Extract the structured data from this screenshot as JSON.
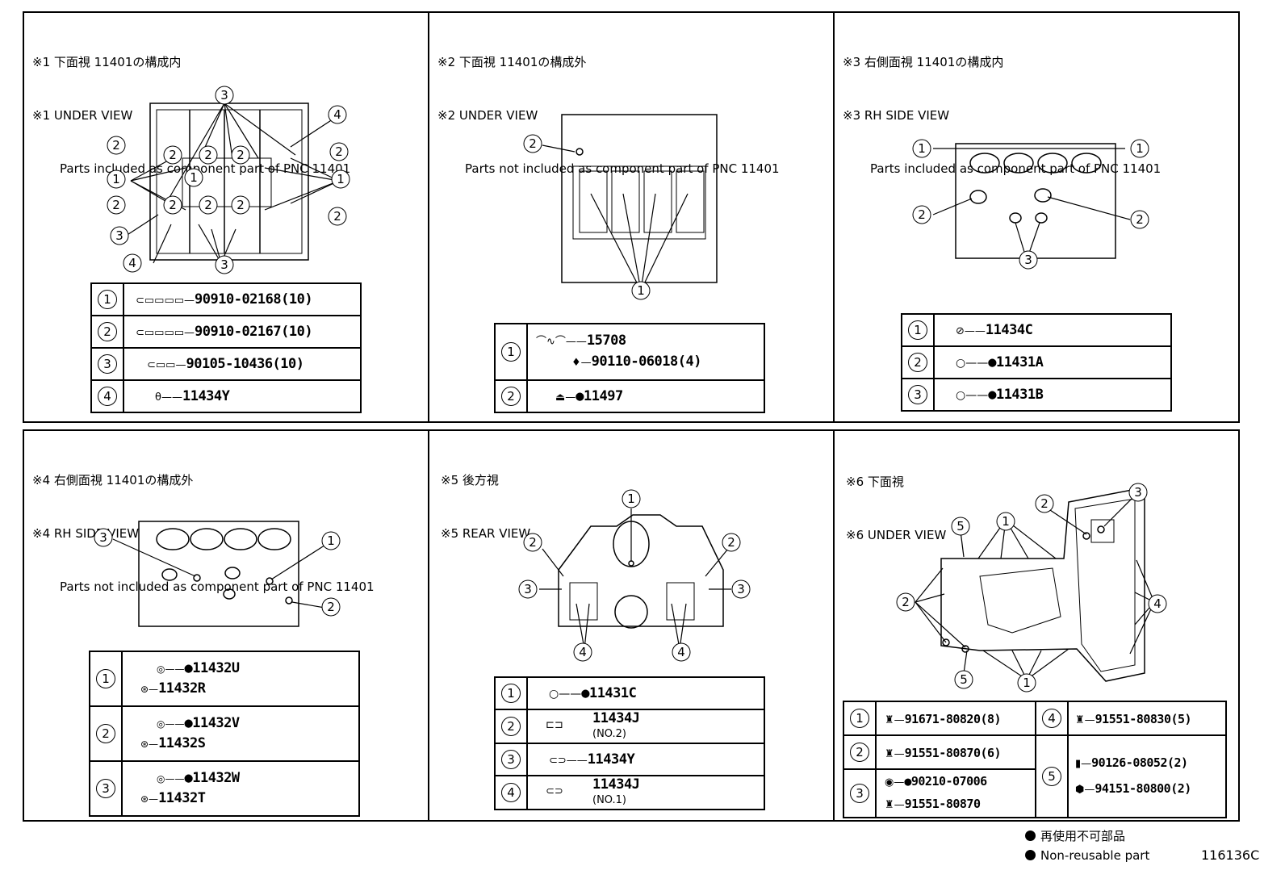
{
  "panels": [
    {
      "title_ja": "※1 下面視 11401の構成内",
      "title_en": "※1 UNDER VIEW",
      "subtitle": "Parts included as component part of PNC 11401",
      "parts": [
        {
          "num": "1",
          "part": "90910-02168(10)"
        },
        {
          "num": "2",
          "part": "90910-02167(10)"
        },
        {
          "num": "3",
          "part": "90105-10436(10)"
        },
        {
          "num": "4",
          "part": "11434Y"
        }
      ]
    },
    {
      "title_ja": "※2 下面視 11401の構成外",
      "title_en": "※2 UNDER VIEW",
      "subtitle": "Parts not included as component part of PNC 11401",
      "parts": [
        {
          "num": "1",
          "part": "15708",
          "part2": "90110-06018(4)"
        },
        {
          "num": "2",
          "part": "●11497"
        }
      ]
    },
    {
      "title_ja": "※3 右側面視 11401の構成内",
      "title_en": "※3 RH SIDE VIEW",
      "subtitle": "Parts included as component part of PNC 11401",
      "parts": [
        {
          "num": "1",
          "part": "11434C"
        },
        {
          "num": "2",
          "part": "●11431A"
        },
        {
          "num": "3",
          "part": "●11431B"
        }
      ]
    },
    {
      "title_ja": "※4 右側面視 11401の構成外",
      "title_en": "※4 RH SIDE VIEW",
      "subtitle": "Parts not included as component part of PNC 11401",
      "parts": [
        {
          "num": "1",
          "part": "●11432U",
          "part2": "11432R"
        },
        {
          "num": "2",
          "part": "●11432V",
          "part2": "11432S"
        },
        {
          "num": "3",
          "part": "●11432W",
          "part2": "11432T"
        }
      ]
    },
    {
      "title_ja": "※5 後方視",
      "title_en": "※5 REAR VIEW",
      "subtitle": "",
      "parts": [
        {
          "num": "1",
          "part": "●11431C"
        },
        {
          "num": "2",
          "part": "11434J",
          "note": "(NO.2)"
        },
        {
          "num": "3",
          "part": "11434Y"
        },
        {
          "num": "4",
          "part": "11434J",
          "note": "(NO.1)"
        }
      ]
    },
    {
      "title_ja": "※6 下面視",
      "title_en": "※6 UNDER VIEW",
      "subtitle": "",
      "parts": [
        {
          "num": "1",
          "part": "91671-80820(8)"
        },
        {
          "num": "2",
          "part": "91551-80870(6)"
        },
        {
          "num": "3",
          "part": "●90210-07006",
          "part2": "91551-80870"
        },
        {
          "num": "4",
          "part": "91551-80830(5)"
        },
        {
          "num": "5",
          "part": "90126-08052(2)",
          "part2": "94151-80800(2)"
        }
      ]
    }
  ],
  "legend": {
    "ja": "再使用不可部品",
    "en": "Non-reusable part"
  },
  "figure_id": "116136C"
}
